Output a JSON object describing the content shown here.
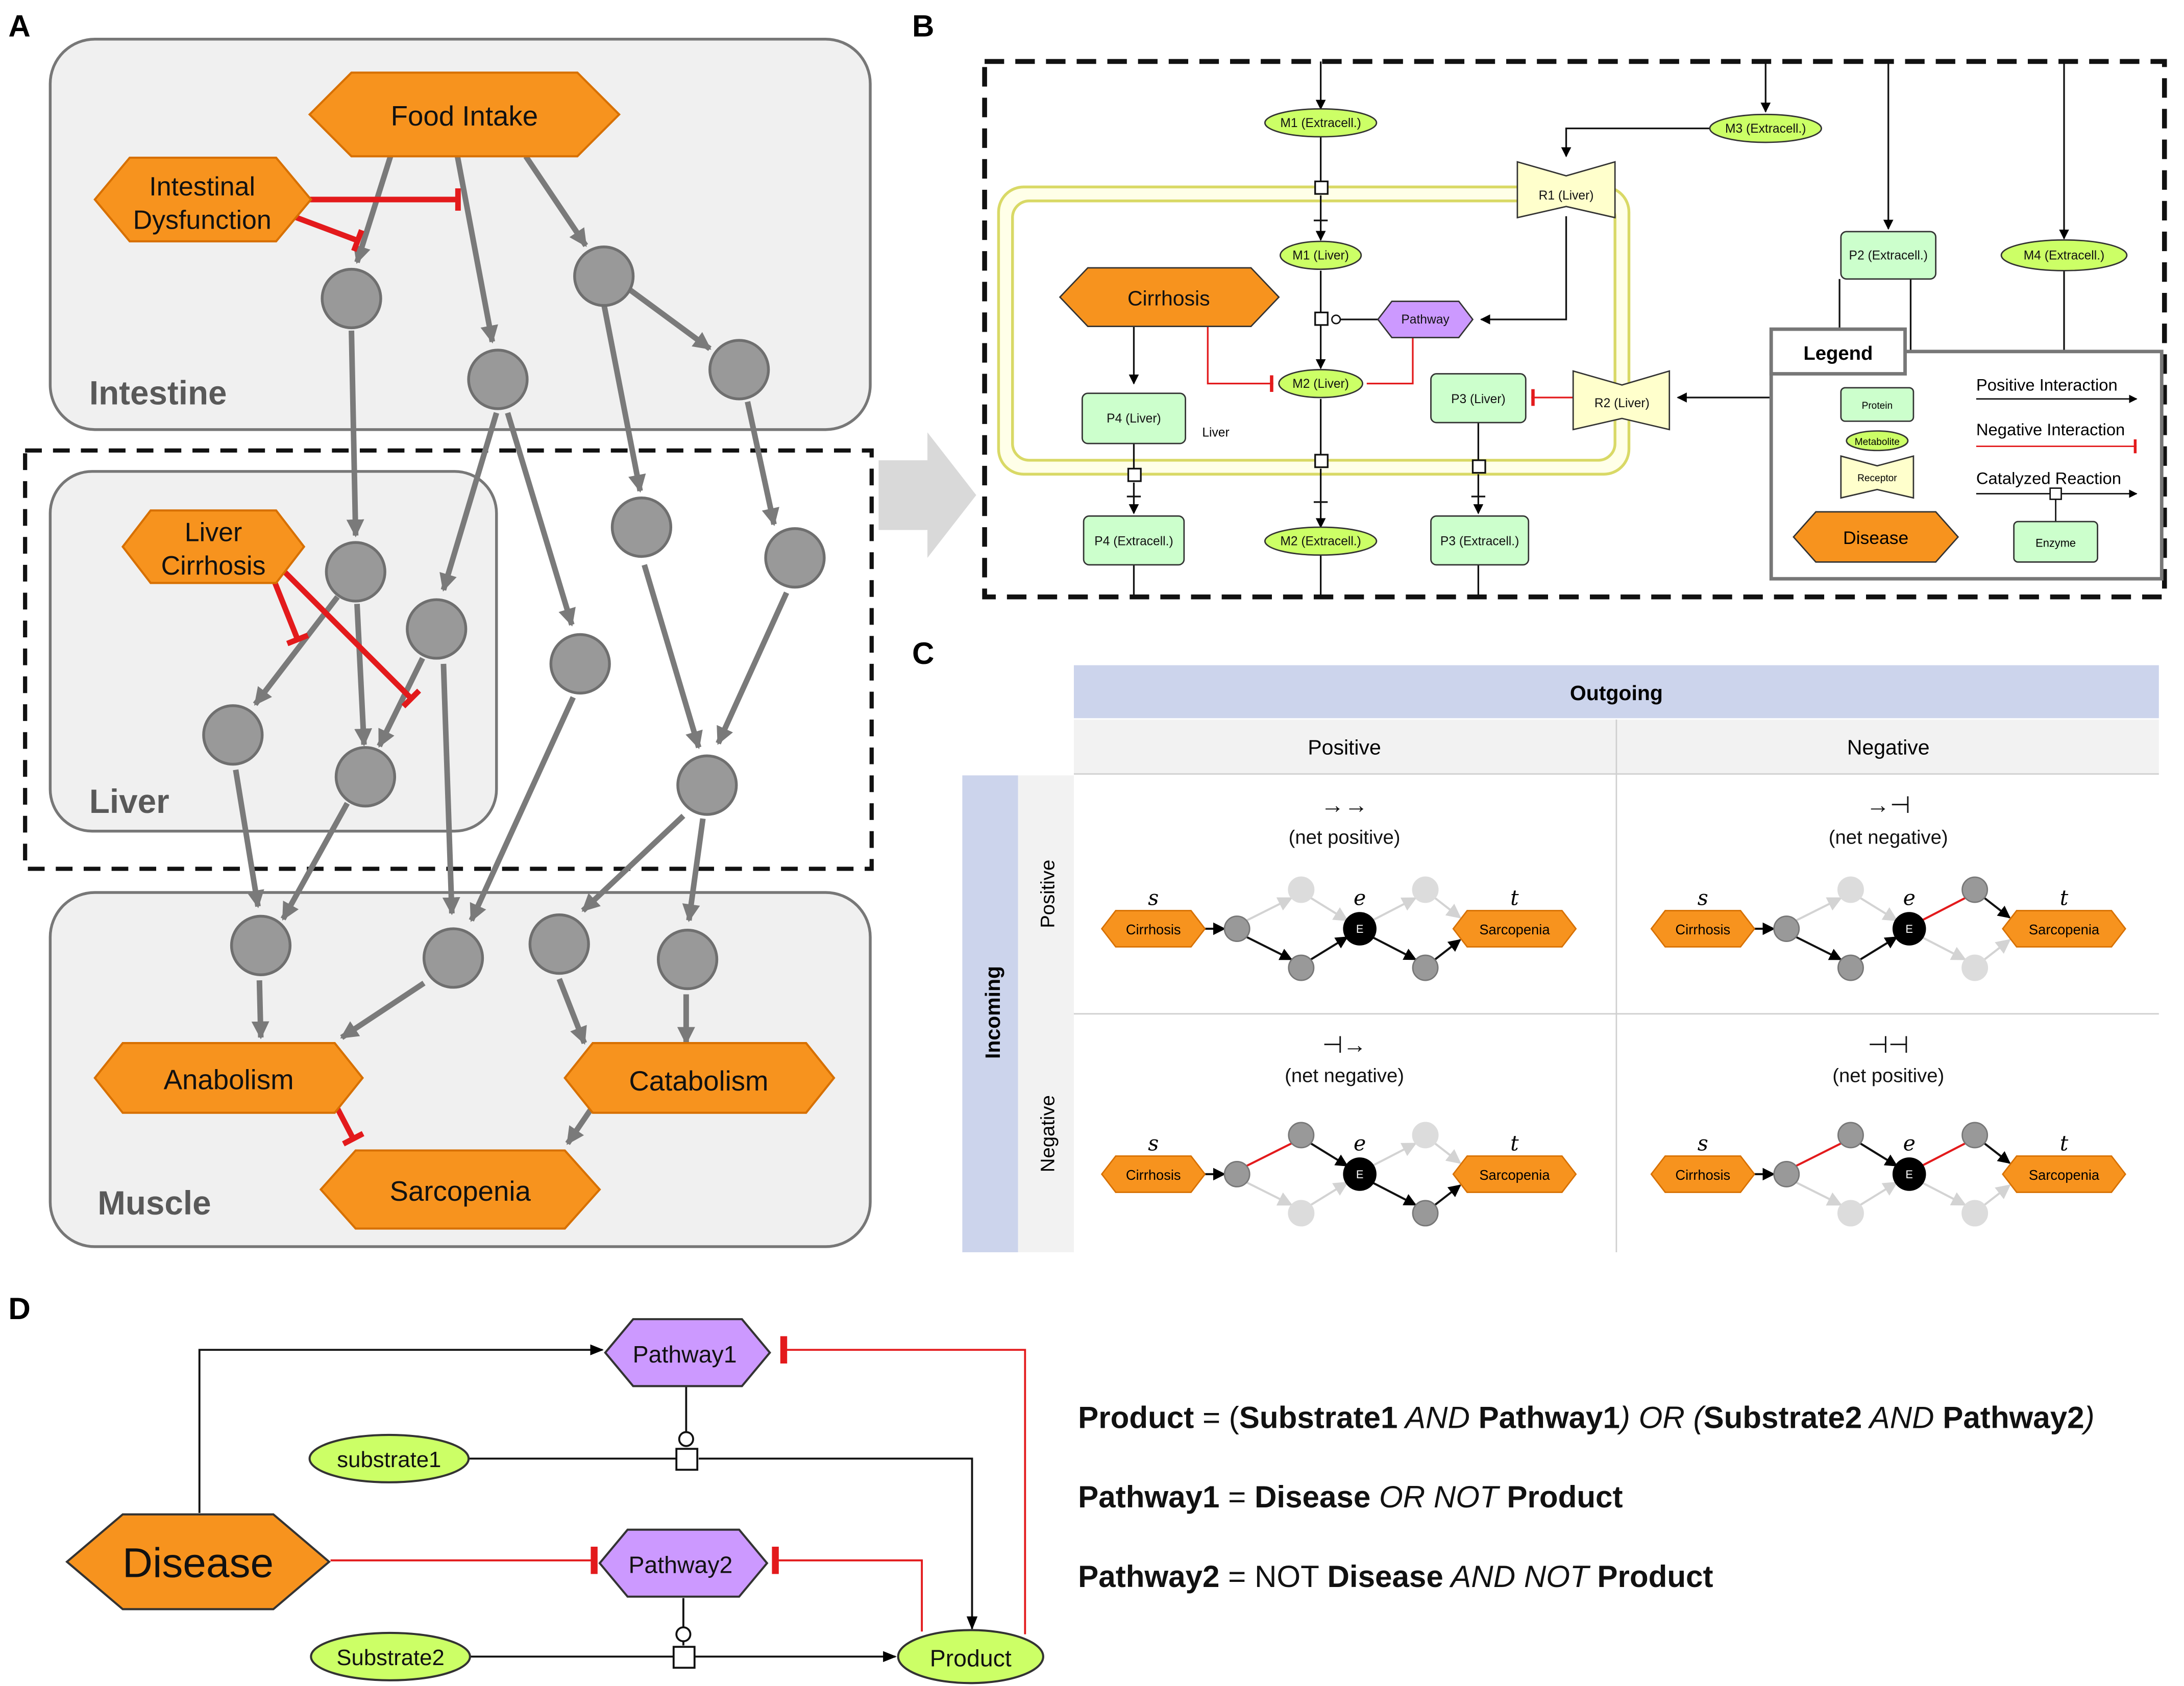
{
  "panel_labels": [
    "A",
    "B",
    "C",
    "D"
  ],
  "panelA": {
    "compartments": [
      "Intestine",
      "Liver",
      "Muscle"
    ],
    "nodes": {
      "food_intake": "Food Intake",
      "intestinal_dysfunction": "Intestinal Dysfunction",
      "liver_cirrhosis": "Liver Cirrhosis",
      "anabolism": "Anabolism",
      "catabolism": "Catabolism",
      "sarcopenia": "Sarcopenia"
    }
  },
  "panelB": {
    "compartment_label": "Liver",
    "nodes": {
      "m1_ext": "M1 (Extracell.)",
      "m3_ext": "M3 (Extracell.)",
      "r1": "R1 (Liver)",
      "m1_liver": "M1 (Liver)",
      "p2_ext": "P2 (Extracell.)",
      "m4_ext": "M4 (Extracell.)",
      "cirrhosis": "Cirrhosis",
      "pathway": "Pathway",
      "m2_liver": "M2 (Liver)",
      "p3_liver": "P3 (Liver)",
      "r2": "R2 (Liver)",
      "p4_liver": "P4 (Liver)",
      "p4_ext": "P4 (Extracell.)",
      "m2_ext": "M2 (Extracell.)",
      "p3_ext": "P3 (Extracell.)"
    },
    "legend": {
      "title": "Legend",
      "protein": "Protein",
      "metabolite": "Metabolite",
      "receptor": "Receptor",
      "disease": "Disease",
      "positive": "Positive Interaction",
      "negative": "Negative Interaction",
      "catalyzed": "Catalyzed Reaction",
      "enzyme": "Enzyme"
    },
    "colors": {
      "protein": "#ccffcc",
      "metabolite": "#ccff66",
      "receptor": "#ffffcc",
      "disease": "#f7931e",
      "pathway": "#cc99ff",
      "compartment": "#eeee99"
    }
  },
  "panelC": {
    "outgoing": "Outgoing",
    "incoming": "Incoming",
    "col_headers": [
      "Positive",
      "Negative"
    ],
    "row_headers": [
      "Positive",
      "Negative"
    ],
    "cells": [
      {
        "symbol": "→→",
        "net": "(net positive)"
      },
      {
        "symbol": "→⊣",
        "net": "(net negative)"
      },
      {
        "symbol": "⊣→",
        "net": "(net negative)"
      },
      {
        "symbol": "⊣⊣",
        "net": "(net positive)"
      }
    ],
    "source_node": "Cirrhosis",
    "target_node": "Sarcopenia",
    "enzyme_node": "E",
    "labels": {
      "s": "s",
      "e": "e",
      "t": "t"
    }
  },
  "panelD": {
    "nodes": {
      "pathway1": "Pathway1",
      "pathway2": "Pathway2",
      "substrate1": "substrate1",
      "substrate2": "Substrate2",
      "disease": "Disease",
      "product": "Product"
    },
    "eq1": {
      "a": "Product",
      "b": " = (",
      "c": "Substrate1",
      "d": " AND ",
      "e": "Pathway1",
      "f": ") OR (",
      "g": "Substrate2",
      "h": " AND ",
      "i": "Pathway2",
      "j": ")"
    },
    "eq2": {
      "a": "Pathway1",
      "b": " = ",
      "c": "Disease",
      "d": " OR NOT ",
      "e": "Product"
    },
    "eq3": {
      "a": "Pathway2",
      "b": " = NOT ",
      "c": "Disease",
      "d": " AND NOT ",
      "e": "Product"
    }
  }
}
